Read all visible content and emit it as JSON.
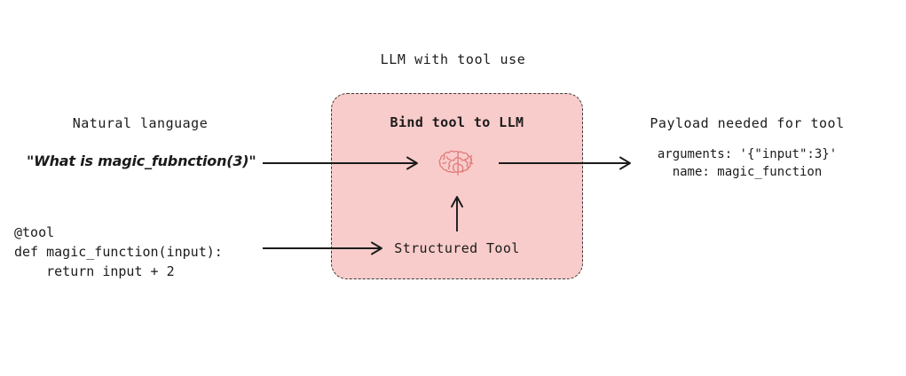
{
  "diagram": {
    "title": "LLM with tool use",
    "background_color": "#ffffff",
    "box": {
      "label": "Bind tool to LLM",
      "fill_color": "#f8ccca",
      "border_color": "#3a3a3a",
      "border_style": "dashed",
      "inner_label": "Structured Tool",
      "icon": "brain-icon",
      "icon_color": "#e07a7a"
    },
    "left": {
      "heading": "Natural language",
      "query": "\"What is magic_fubnction(3)\"",
      "code": "@tool\ndef magic_function(input):\n    return input + 2"
    },
    "right": {
      "heading": "Payload needed for tool",
      "payload": "arguments: '{\"input\":3}'\nname: magic_function"
    },
    "arrows": [
      {
        "name": "arrow-query-to-llm",
        "direction": "right"
      },
      {
        "name": "arrow-tool-to-llm",
        "direction": "right"
      },
      {
        "name": "arrow-llm-to-payload",
        "direction": "right"
      },
      {
        "name": "arrow-structured-tool-up",
        "direction": "up"
      }
    ]
  }
}
